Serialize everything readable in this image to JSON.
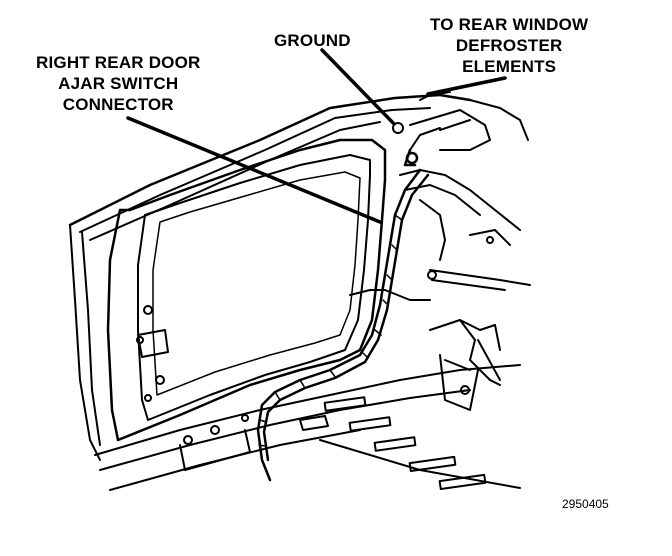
{
  "labels": {
    "ground": "GROUND",
    "door_connector": [
      "RIGHT REAR DOOR",
      "AJAR SWITCH",
      "CONNECTOR"
    ],
    "defroster": [
      "TO REAR WINDOW",
      "DEFROSTER",
      "ELEMENTS"
    ]
  },
  "figure_number": "2950405",
  "colors": {
    "ink": "#000000",
    "paper": "#ffffff"
  }
}
